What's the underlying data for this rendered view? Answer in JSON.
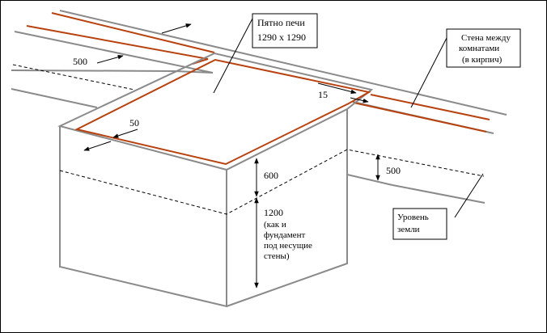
{
  "labels": {
    "stove_footprint": [
      "Пятно печи",
      "1290 х 1290"
    ],
    "wall_between_rooms": [
      "Стена между",
      "комнатами",
      "(в кирпич)"
    ],
    "ground_level": [
      "Уровень",
      "земли"
    ],
    "foundation_note": [
      "(как и",
      "фундамент",
      "под несущие",
      "стены)"
    ]
  },
  "dimensions": {
    "wall_width": "500",
    "edge_offset": "50",
    "gap": "15",
    "above_ground": "600",
    "depth": "1200",
    "ground_depth": "500"
  },
  "colors": {
    "outline": "#8a8a8a",
    "brick": "#b8420f",
    "frame": "#000000"
  }
}
